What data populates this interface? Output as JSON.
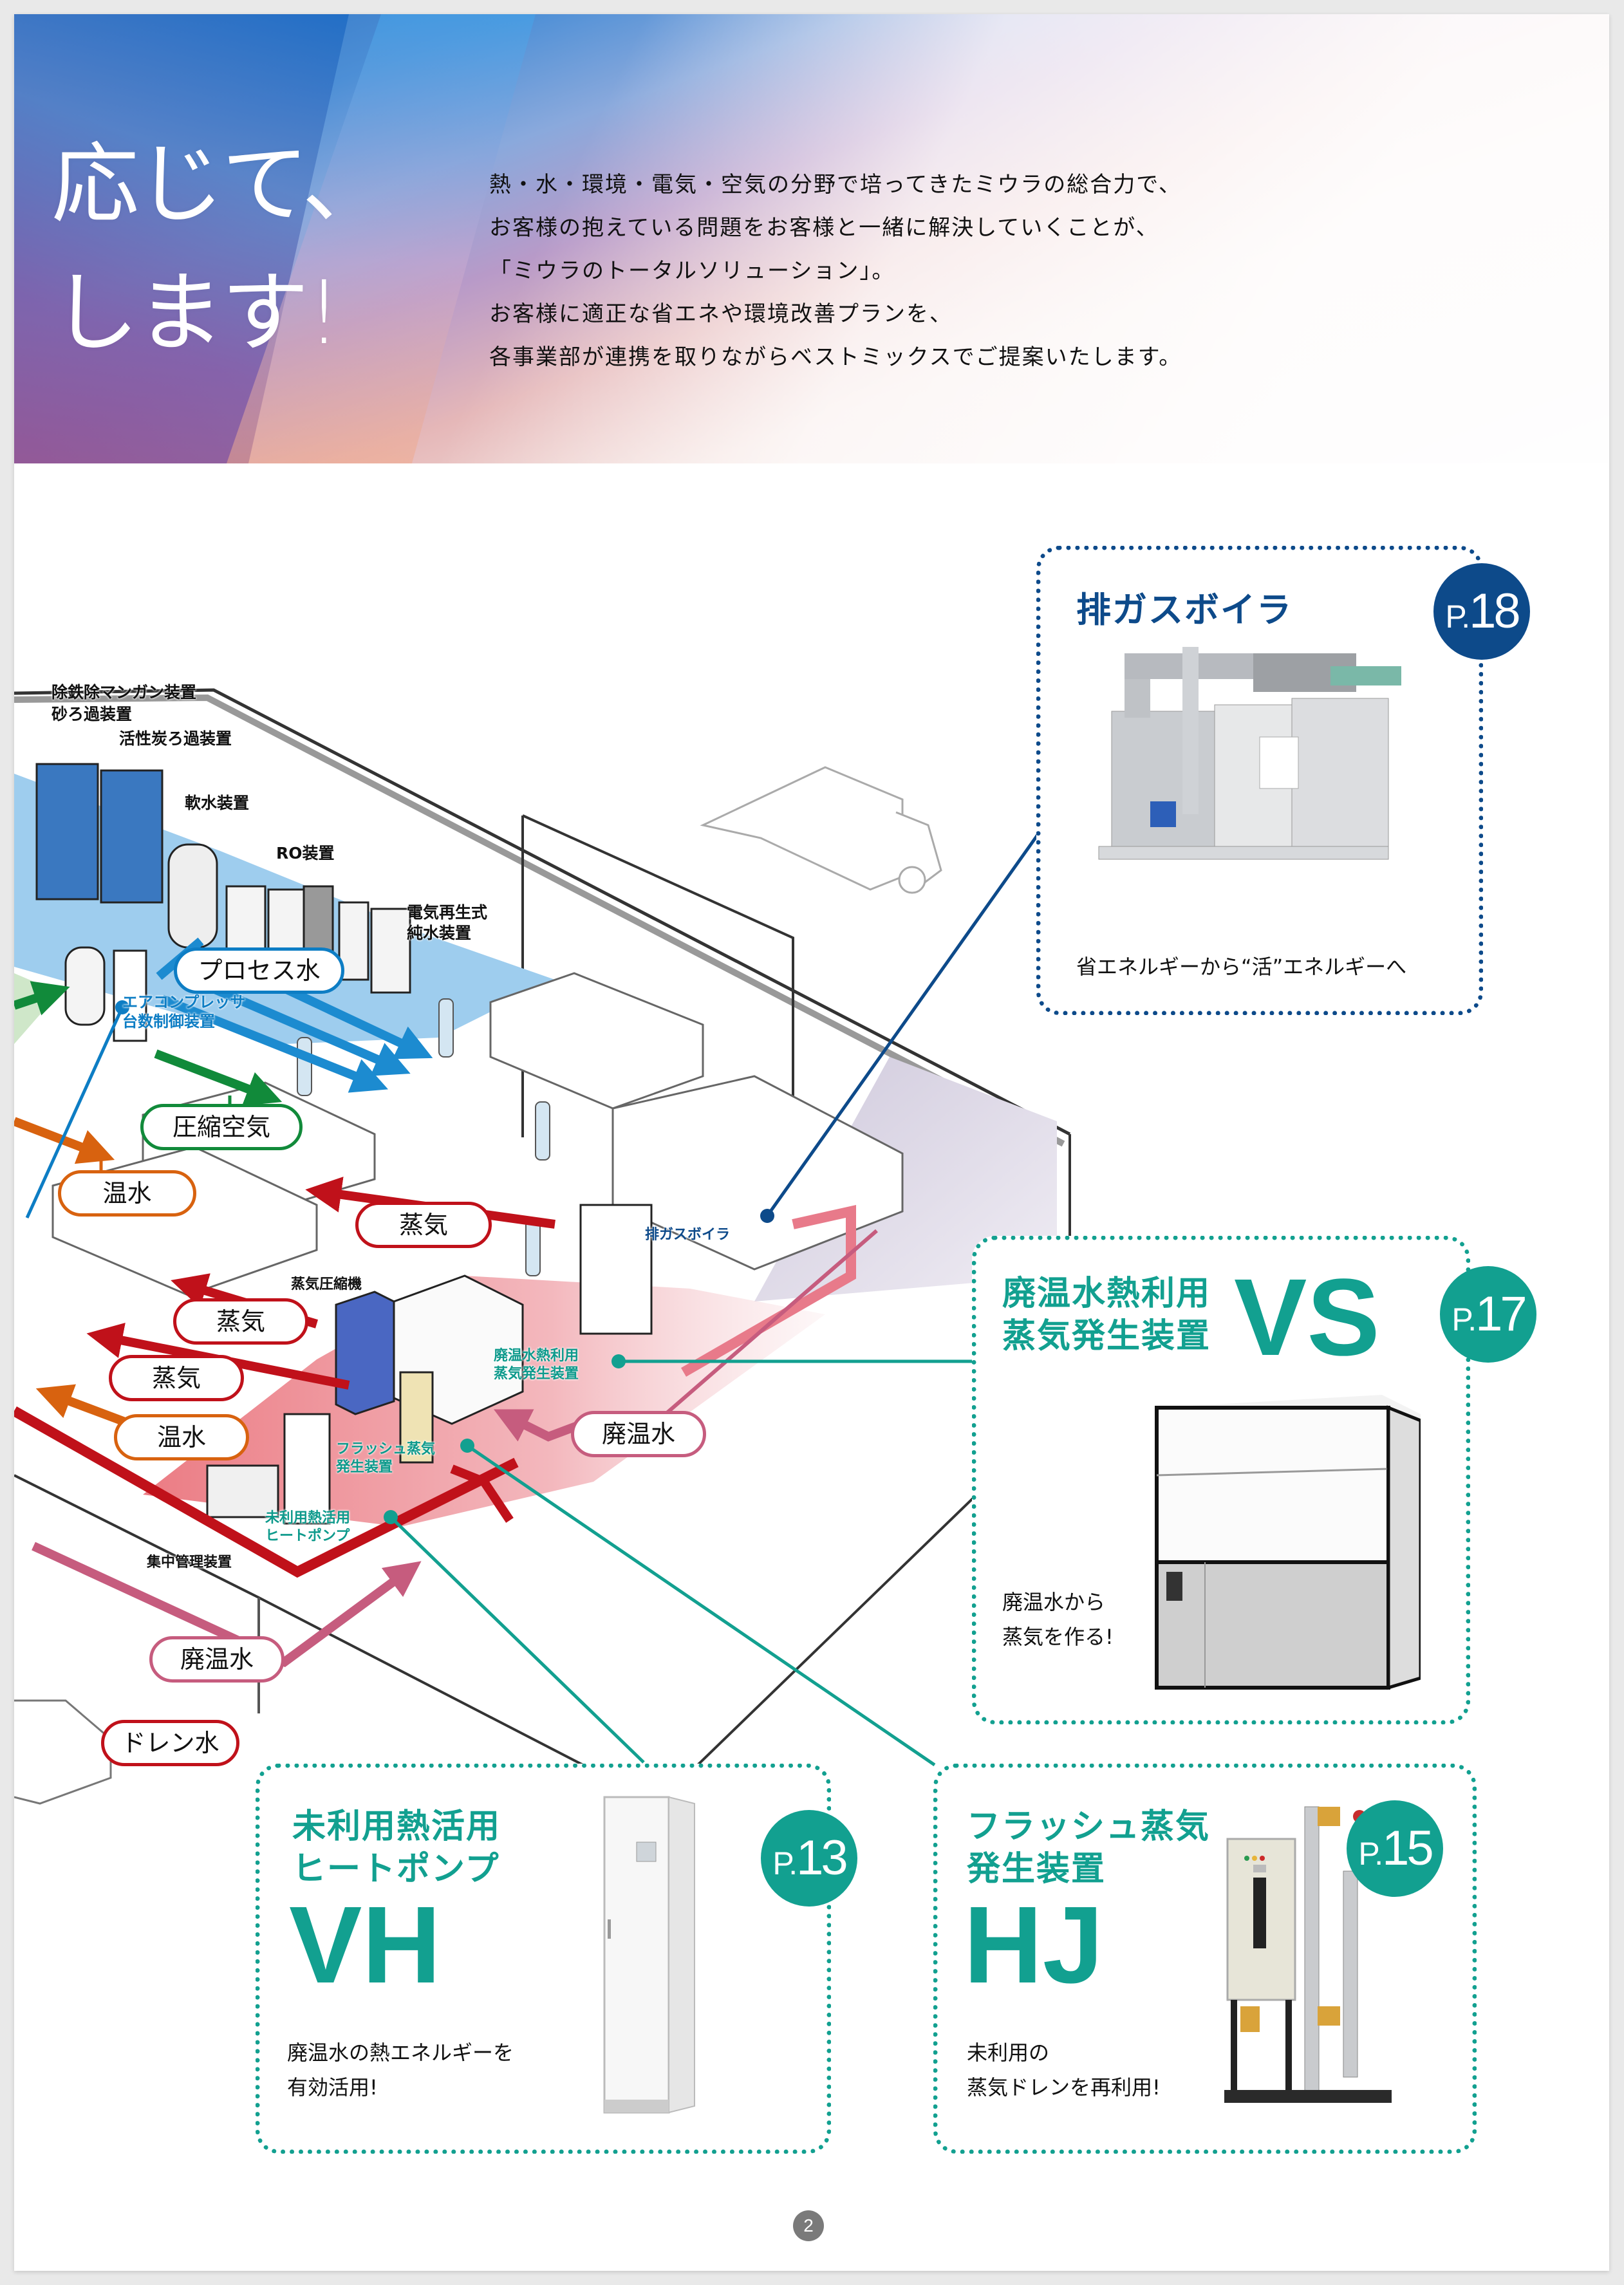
{
  "hero": {
    "title_lines": [
      "応じて、",
      "します!"
    ],
    "body_lines": [
      "熱・水・環境・電気・空気の分野で培ってきたミウラの総合力で、",
      "お客様の抱えている問題をお客様と一緒に解決していくことが、",
      "「ミウラのトータルソリューション」。",
      "お客様に適正な省エネや環境改善プランを、",
      "各事業部が連携を取りながらベストミックスでご提案いたします。"
    ]
  },
  "diagram": {
    "equipment_labels": {
      "iron_manganese": "除鉄除マンガン装置",
      "sand_filter": "砂ろ過装置",
      "carbon_filter": "活性炭ろ過装置",
      "water_softener": "軟水装置",
      "ro_unit": "RO装置",
      "edi_line1": "電気再生式",
      "edi_line2": "純水装置",
      "steam_compressor": "蒸気圧縮機",
      "central_control": "集中管理装置"
    },
    "callouts": {
      "air_compressor_line1": "エアコンプレッサ",
      "air_compressor_line2": "台数制御装置",
      "exhaust_boiler": "排ガスボイラ",
      "vs_line1": "廃温水熱利用",
      "vs_line2": "蒸気発生装置",
      "hj_line1": "フラッシュ蒸気",
      "hj_line2": "発生装置",
      "vh_line1": "未利用熱活用",
      "vh_line2": "ヒートポンプ"
    },
    "flow_pills": {
      "process_water": "プロセス水",
      "compressed_air": "圧縮空気",
      "hot_water_1": "温水",
      "steam_1": "蒸気",
      "steam_2": "蒸気",
      "steam_3": "蒸気",
      "hot_water_2": "温水",
      "waste_hot_water_1": "廃温水",
      "waste_hot_water_2": "廃温水",
      "drain_water": "ドレン水"
    },
    "colors": {
      "process_water": "#0d7dc4",
      "compressed_air": "#118a3a",
      "hot_water": "#d8620f",
      "steam": "#c0111a",
      "waste_hot_water": "#c65c7e"
    }
  },
  "cards": {
    "exhaust_boiler": {
      "title": "排ガスボイラ",
      "badge_prefix": "P.",
      "badge_page": "18",
      "description": "省エネルギーから“活”エネルギーへ",
      "color": "#0d4a8a"
    },
    "vs": {
      "title": "廃温水熱利用\n蒸気発生装置",
      "model": "VS",
      "badge_prefix": "P.",
      "badge_page": "17",
      "description": "廃温水から\n蒸気を作る!",
      "color": "#12a090"
    },
    "vh": {
      "title": "未利用熱活用\nヒートポンプ",
      "model": "VH",
      "badge_prefix": "P.",
      "badge_page": "13",
      "description": "廃温水の熱エネルギーを\n有効活用!",
      "color": "#12a090"
    },
    "hj": {
      "title": "フラッシュ蒸気\n発生装置",
      "model": "HJ",
      "badge_prefix": "P.",
      "badge_page": "15",
      "description": "未利用の\n蒸気ドレンを再利用!",
      "color": "#12a090"
    }
  },
  "footer": {
    "page_number": "2"
  }
}
